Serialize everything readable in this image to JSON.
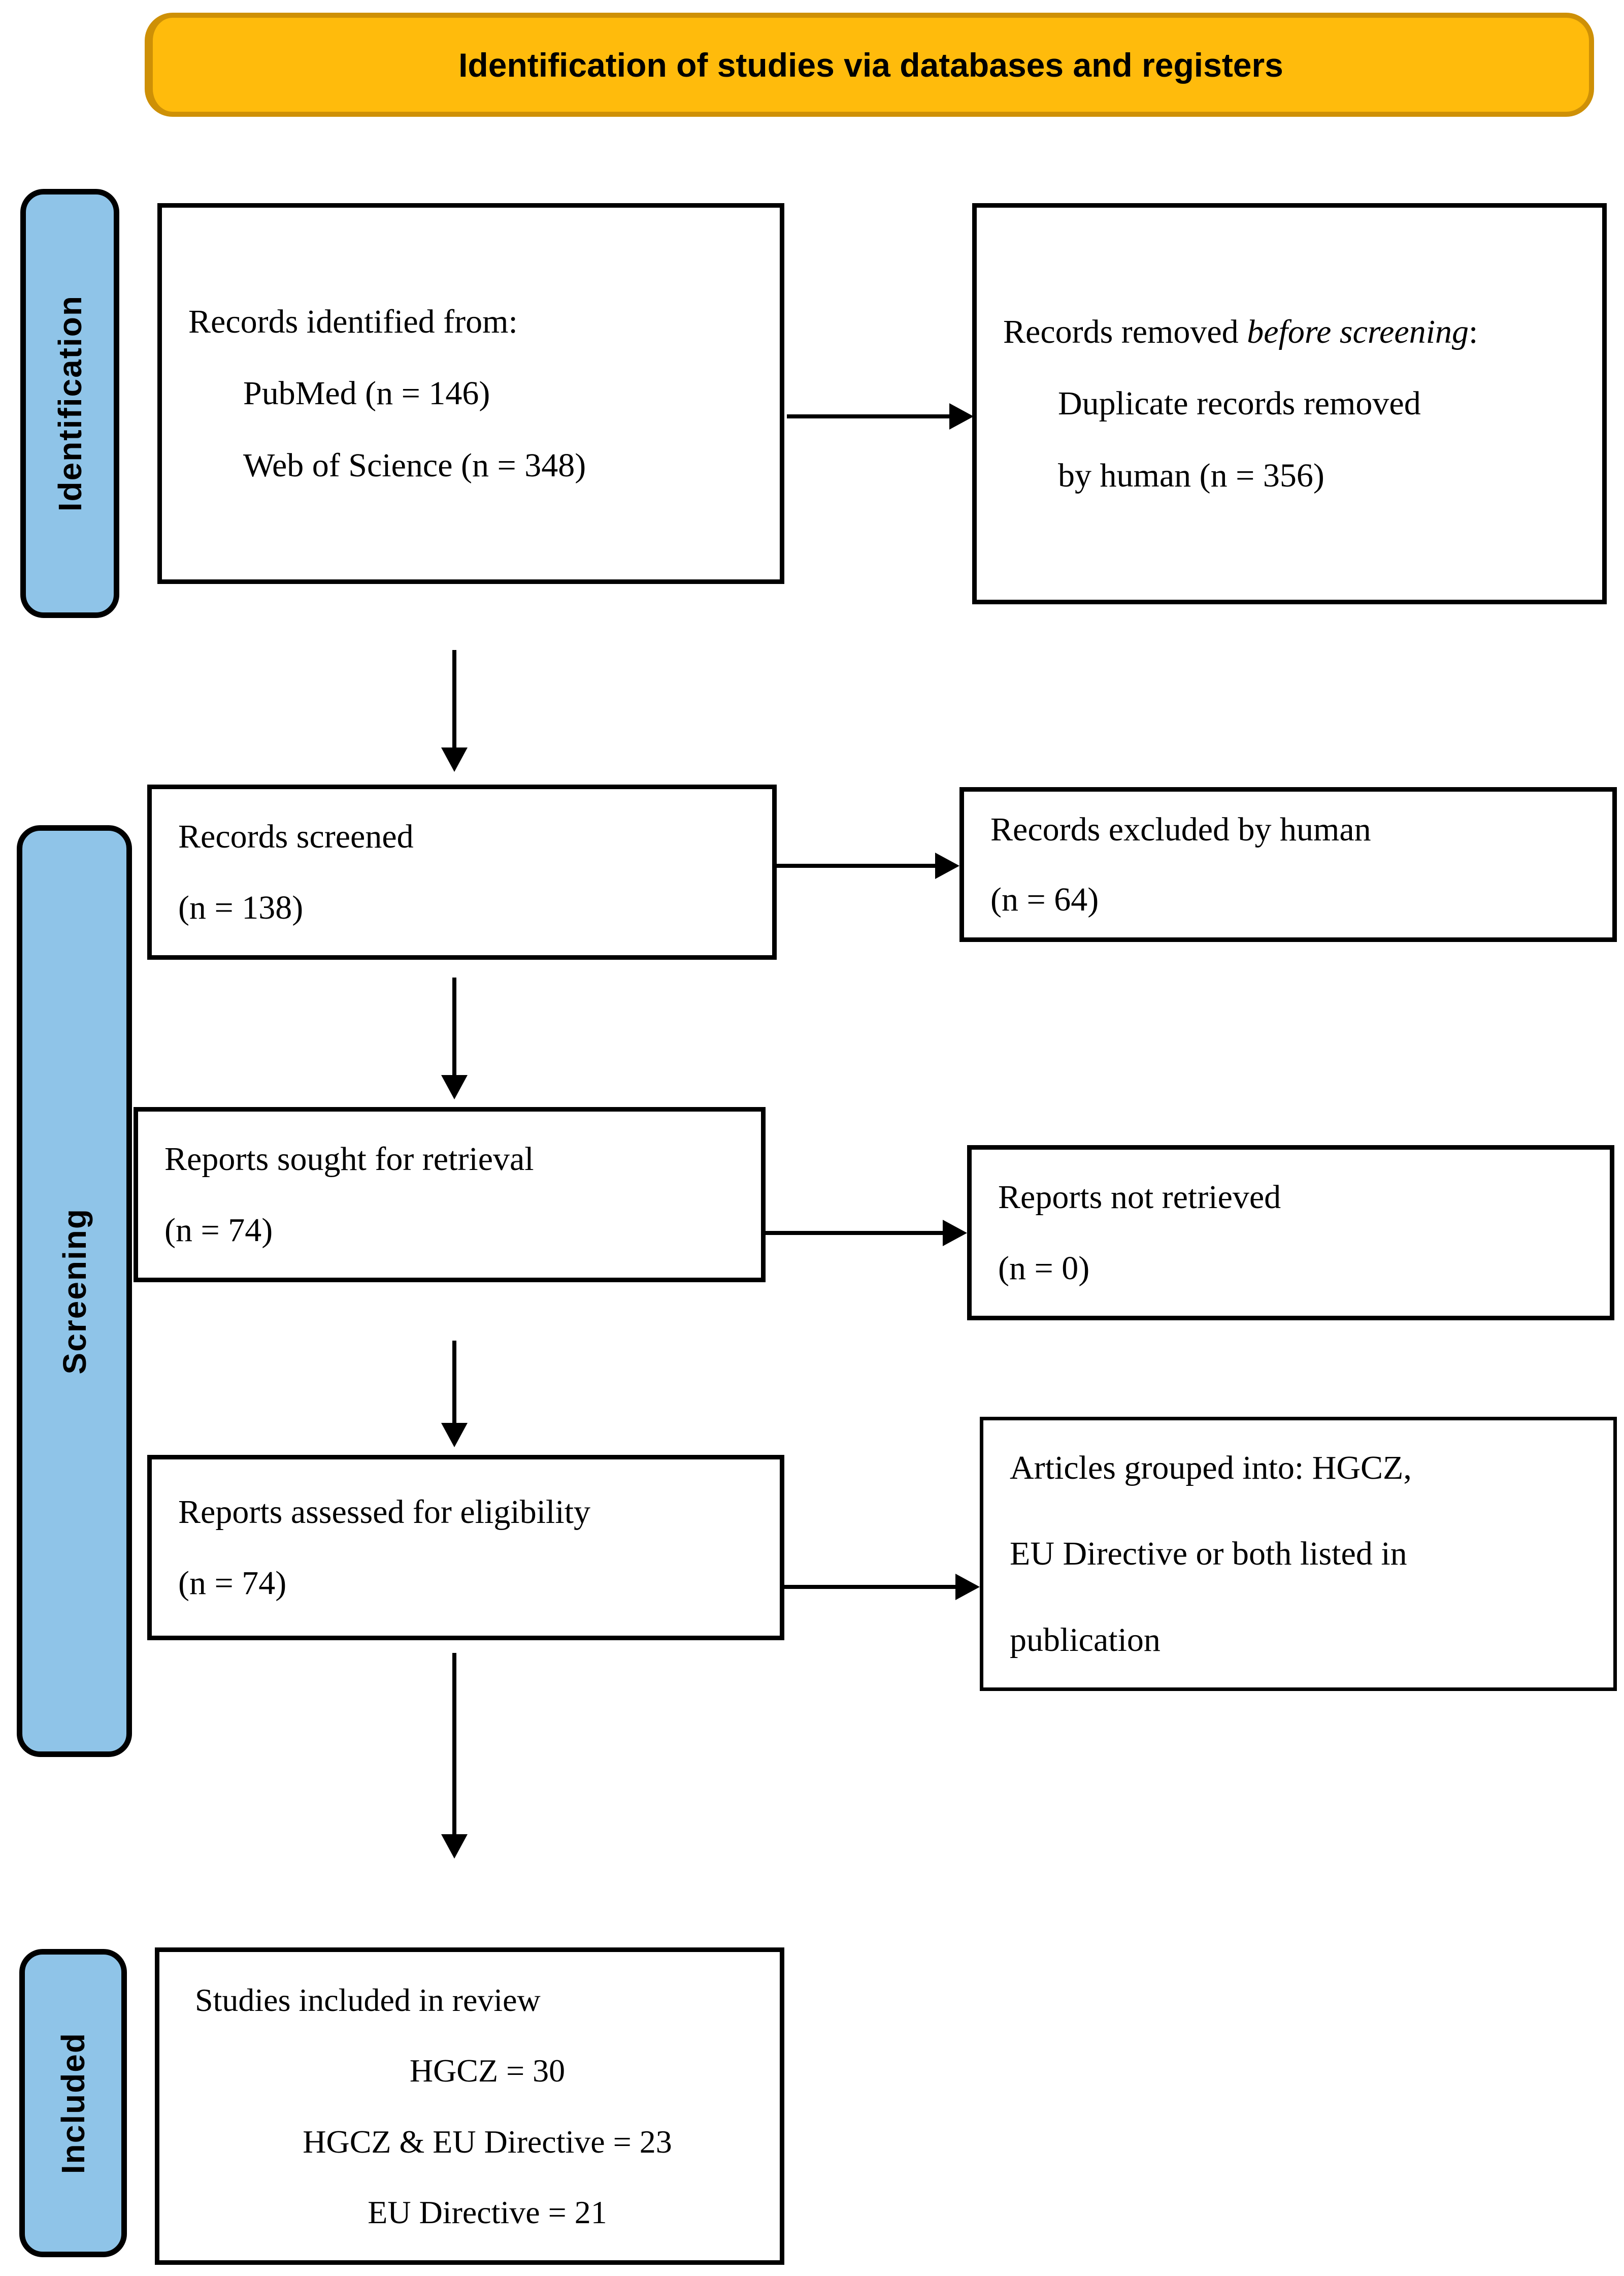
{
  "banner": {
    "title": "Identification of studies via databases and registers"
  },
  "sidebars": {
    "identification": "Identification",
    "screening": "Screening",
    "included": "Included"
  },
  "boxes": {
    "records_identified": {
      "line1": "Records identified from:",
      "line2": "PubMed (n = 146)",
      "line3": "Web of Science (n = 348)"
    },
    "records_removed": {
      "line1_prefix": "Records removed ",
      "line1_italic": "before screening",
      "line1_suffix": ":",
      "line2": "Duplicate records removed",
      "line3": "by human (n = 356)"
    },
    "records_screened": {
      "line1": "Records screened",
      "line2": "(n = 138)"
    },
    "records_excluded": {
      "line1": "Records excluded by human",
      "line2": "(n = 64)"
    },
    "reports_sought": {
      "line1": "Reports sought for retrieval",
      "line2": "(n = 74)"
    },
    "reports_not_retrieved": {
      "line1": "Reports not retrieved",
      "line2": "(n = 0)"
    },
    "reports_assessed": {
      "line1": "Reports assessed for eligibility",
      "line2": "(n = 74)"
    },
    "articles_grouped": {
      "line1": "Articles grouped into: HGCZ,",
      "line2": "EU Directive or both listed in",
      "line3": "publication"
    },
    "studies_included": {
      "line1": "Studies included in review",
      "line2": "HGCZ = 30",
      "line3": "HGCZ & EU Directive = 23",
      "line4": "EU Directive = 21"
    }
  },
  "colors": {
    "banner_fill": "#FFBB0C",
    "banner_border": "#CE9006",
    "sidebar_fill": "#8FC4E8",
    "box_border": "#000000"
  }
}
